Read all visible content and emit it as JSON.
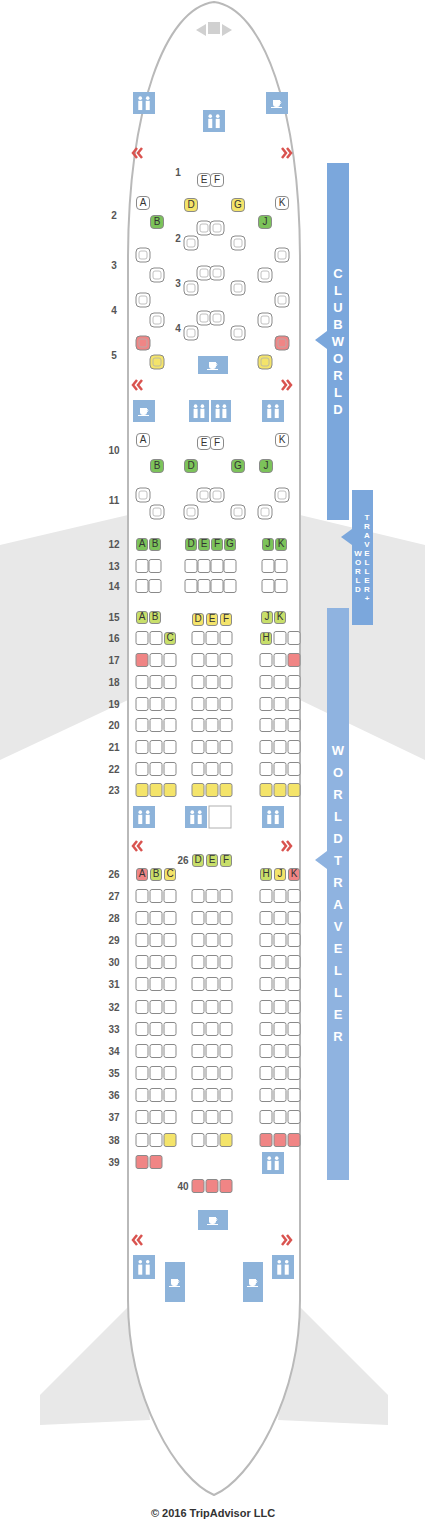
{
  "diagram": {
    "nodes": [
      {
        "text": [
          "E"
        ]
      },
      {
        "text": [
          "F"
        ]
      },
      {
        "text": [
          "A"
        ]
      },
      {
        "text": [
          "D"
        ]
      },
      {
        "text": [
          "G"
        ]
      },
      {
        "text": [
          "K"
        ]
      },
      {
        "text": [
          "B"
        ]
      },
      {
        "text": [
          "J"
        ]
      },
      {
        "text": [
          "CLUB WORLD"
        ]
      },
      {
        "text": [
          "A"
        ]
      },
      {
        "text": [
          "E"
        ]
      },
      {
        "text": [
          "F"
        ]
      },
      {
        "text": [
          "K"
        ]
      },
      {
        "text": [
          "B"
        ]
      },
      {
        "text": [
          "D"
        ]
      },
      {
        "text": [
          "G"
        ]
      },
      {
        "text": [
          "J"
        ]
      },
      {
        "text": [
          "A"
        ]
      },
      {
        "text": [
          "B"
        ]
      },
      {
        "text": [
          "D"
        ]
      },
      {
        "text": [
          "E"
        ]
      },
      {
        "text": [
          "F"
        ]
      },
      {
        "text": [
          "G"
        ]
      },
      {
        "text": [
          "J"
        ]
      },
      {
        "text": [
          "K"
        ]
      },
      {
        "text": [
          "WORLD",
          "TRAVELLER+"
        ]
      },
      {
        "text": [
          "A"
        ]
      },
      {
        "text": [
          "B"
        ]
      },
      {
        "text": [
          "D"
        ]
      },
      {
        "text": [
          "E"
        ]
      },
      {
        "text": [
          "F"
        ]
      },
      {
        "text": [
          "J"
        ]
      },
      {
        "text": [
          "K"
        ]
      },
      {
        "text": [
          "WORLD TRAVELLER"
        ]
      },
      {
        "text": [
          "C"
        ]
      },
      {
        "text": [
          "H"
        ]
      },
      {
        "text": [
          "D"
        ]
      },
      {
        "text": [
          "E"
        ]
      },
      {
        "text": [
          "F"
        ]
      },
      {
        "text": [
          "A"
        ]
      },
      {
        "text": [
          "B"
        ]
      },
      {
        "text": [
          "C"
        ]
      },
      {
        "text": [
          "H"
        ]
      },
      {
        "text": [
          "J"
        ]
      },
      {
        "text": [
          "K"
        ]
      }
    ],
    "labels": [
      "1",
      "2",
      "2",
      "3",
      "3",
      "4",
      "4",
      "5",
      "10",
      "11",
      "12",
      "13",
      "14",
      "15",
      "16",
      "17",
      "18",
      "19",
      "20",
      "21",
      "22",
      "23",
      "26",
      "26",
      "27",
      "28",
      "29",
      "30",
      "31",
      "32",
      "33",
      "34",
      "35",
      "36",
      "37",
      "38",
      "39",
      "40",
      "© 2016 TripAdvisor LLC"
    ]
  }
}
